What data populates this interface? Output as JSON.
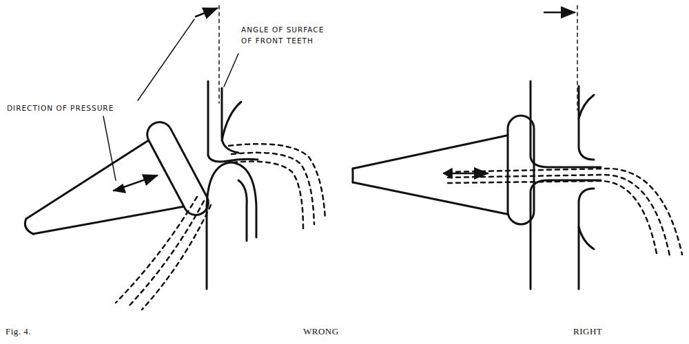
{
  "diagram": {
    "labels": [
      "ANGLE OF SURFACE OF FRONT TEETH",
      "DIRECTION OF PRESSURE",
      "Fig. 4.",
      "WRONG",
      "RIGHT"
    ]
  }
}
